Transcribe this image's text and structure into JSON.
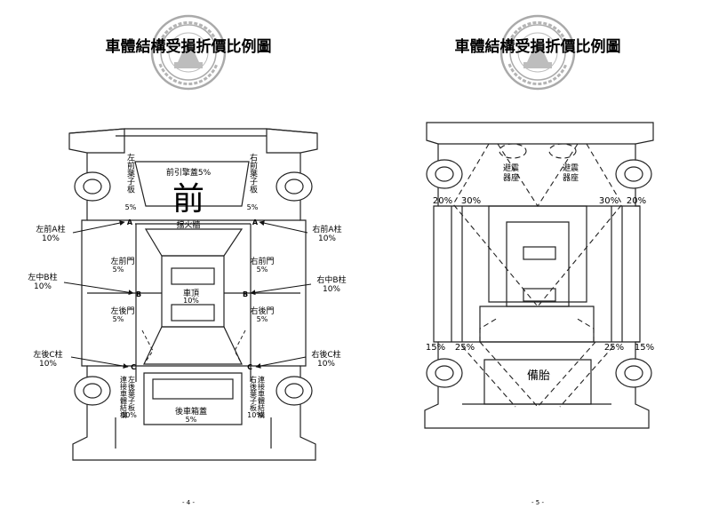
{
  "page_left": {
    "title": "車體結構受損折價比例圖",
    "page_number": "- 4 -",
    "front_char": "前",
    "labels": {
      "front_engine_cover": "前引擎蓋5%",
      "left_front_fender": "左前葉子板",
      "left_front_fender_pct": "5%",
      "right_front_fender": "右前葉子板",
      "right_front_fender_pct": "5%",
      "firewall": "擋火牆",
      "left_a_pillar": "左前A柱",
      "left_a_pillar_pct": "10%",
      "right_a_pillar": "右前A柱",
      "right_a_pillar_pct": "10%",
      "left_front_door": "左前門",
      "left_front_door_pct": "5%",
      "right_front_door": "右前門",
      "right_front_door_pct": "5%",
      "left_b_pillar": "左中B柱",
      "left_b_pillar_pct": "10%",
      "right_b_pillar": "右中B柱",
      "right_b_pillar_pct": "10%",
      "roof": "車頂",
      "roof_pct": "10%",
      "left_rear_door": "左後門",
      "left_rear_door_pct": "5%",
      "right_rear_door": "右後門",
      "right_rear_door_pct": "5%",
      "left_c_pillar": "左後C柱",
      "left_c_pillar_pct": "10%",
      "right_c_pillar": "右後C柱",
      "right_c_pillar_pct": "10%",
      "left_rear_fender": "左後葉子板",
      "left_rear_fender_pct": "10%",
      "left_connect": "連接車體結構",
      "right_rear_fender": "右後葉子板",
      "right_rear_fender_pct": "10%",
      "right_connect": "連接車體結構",
      "trunk_lid": "後車箱蓋",
      "trunk_lid_pct": "5%",
      "a_mark": "A",
      "b_mark": "B",
      "c_mark": "C"
    }
  },
  "page_right": {
    "title": "車體結構受損折價比例圖",
    "page_number": "- 5 -",
    "shock_left": "避震器座",
    "shock_right": "避震器座",
    "spare_tire": "備胎",
    "pct_front_outer_left": "20%",
    "pct_front_inner_left": "30%",
    "pct_front_inner_right": "30%",
    "pct_front_outer_right": "20%",
    "pct_rear_outer_left": "15%",
    "pct_rear_inner_left": "25%",
    "pct_rear_inner_right": "25%",
    "pct_rear_outer_right": "15%"
  },
  "seal": {
    "color": "#777777"
  }
}
